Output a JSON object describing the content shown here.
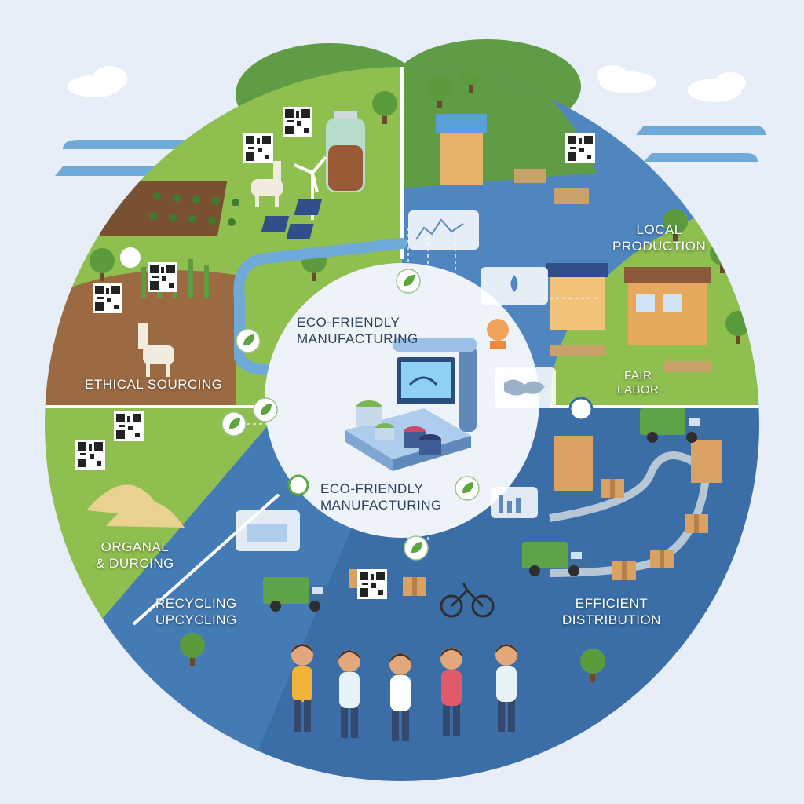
{
  "center": {
    "title_top": [
      "ECO-FRIENDLY",
      "MANUFACTURING"
    ],
    "title_bottom": [
      "ECO-FRIENDLY",
      "MANUFACTURING"
    ]
  },
  "sections": {
    "ethical_sourcing": "ETHICAL SOURCING",
    "local_production": [
      "LOCAL",
      "PRODUCTION"
    ],
    "fair_labor": [
      "FAIR",
      "LABOR"
    ],
    "organal_durcing": [
      "ORGANAL",
      "& DURCING"
    ],
    "recycling_upcycling": [
      "RECYCLING",
      "UPCYCLING"
    ],
    "efficient_distribution": [
      "EFFICIENT",
      "DISTRIBUTION"
    ]
  },
  "colors": {
    "background": "#e7eef8",
    "land_green": "#8fbf4f",
    "dark_green": "#4f8f3a",
    "water_blue": "#4f86c0",
    "deep_blue": "#3b6ea6",
    "soil": "#9b6a43",
    "center_circle": "#eef3fa",
    "label_dark": "#2d4159"
  },
  "icons": [
    "qr-code-icon",
    "leaf-icon",
    "wind-turbine-icon",
    "solar-panel-icon",
    "delivery-truck-icon",
    "bicycle-icon",
    "world-map-icon",
    "chart-icon",
    "recycle-icon"
  ]
}
